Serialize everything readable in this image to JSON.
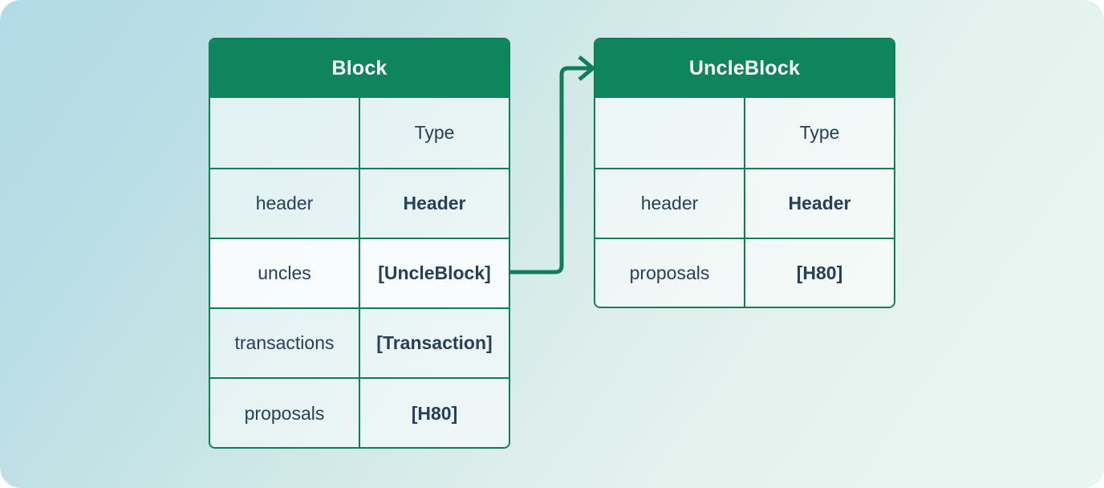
{
  "diagram": {
    "title_hidden": "",
    "background": {
      "gradient_from": "#b2dbe7",
      "gradient_to": "#e8f5f0"
    },
    "accent_color": "#0e855d",
    "border_color": "#0d7f57",
    "text_color": "#27405a",
    "entities": [
      {
        "id": "block",
        "title": "Block",
        "header_col_label": "",
        "type_col_label": "Type",
        "fields": [
          {
            "name": "header",
            "type": "Header",
            "highlight": false
          },
          {
            "name": "uncles",
            "type": "[UncleBlock]",
            "highlight": true
          },
          {
            "name": "transactions",
            "type": "[Transaction]",
            "highlight": false
          },
          {
            "name": "proposals",
            "type": "[H80]",
            "highlight": false
          }
        ]
      },
      {
        "id": "uncleblock",
        "title": "UncleBlock",
        "header_col_label": "",
        "type_col_label": "Type",
        "fields": [
          {
            "name": "header",
            "type": "Header",
            "highlight": false
          },
          {
            "name": "proposals",
            "type": "[H80]",
            "highlight": false
          }
        ]
      }
    ],
    "relations": [
      {
        "id": "uncles-to-uncleblock",
        "from_entity": "block",
        "from_field": "uncles",
        "to_entity": "uncleblock",
        "arrow": "open-arrowhead",
        "color": "#0d7f57"
      }
    ]
  }
}
